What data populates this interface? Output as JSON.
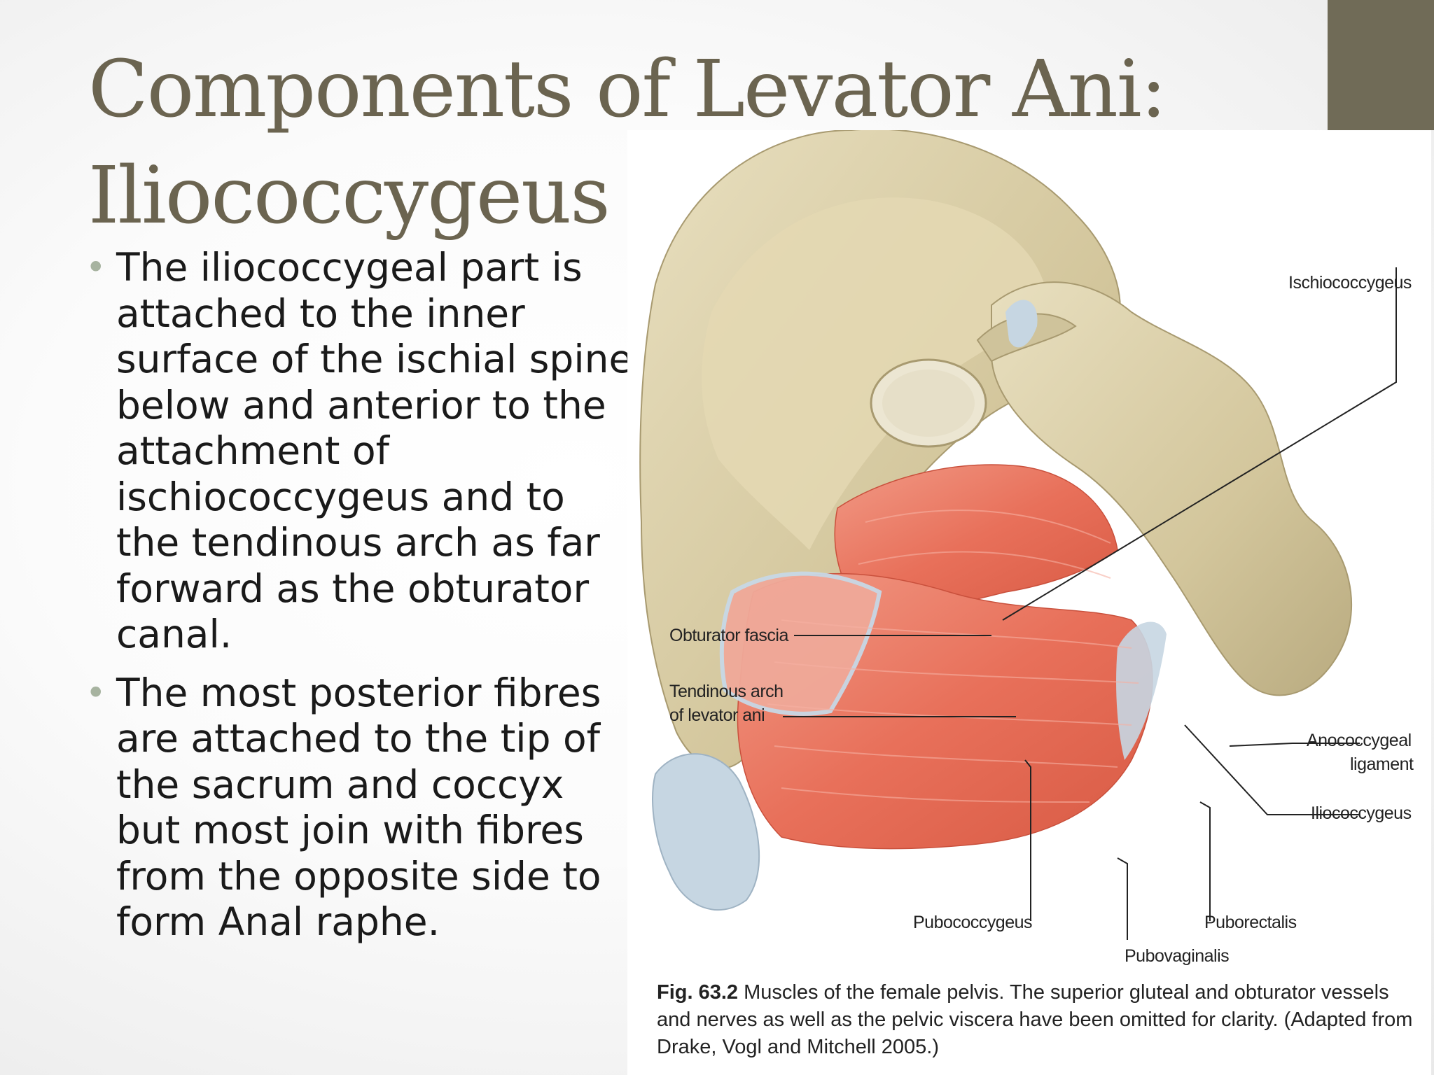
{
  "slide": {
    "title_line1": "Components of Levator Ani:",
    "title_line2": "Iliococcygeus",
    "accent_color": "#706b57",
    "title_color": "#6b6450",
    "bullet_color": "#a7b3a0",
    "bullets": [
      "The iliococcygeal part is attached to the inner surface of the ischial spine below and anterior to the attachment of ischiococcygeus and to the tendinous arch as far forward as the obturator canal.",
      "The most posterior fibres are attached to the tip of the sacrum and coccyx but most join with fibres from the opposite side to form Anal raphe."
    ]
  },
  "figure": {
    "labels": {
      "ischiococcygeus": "Ischiococcygeus",
      "obturator_fascia": "Obturator fascia",
      "tendinous_arch_1": "Tendinous arch",
      "tendinous_arch_2": "of levator ani",
      "anococcygeal_1": "Anococcygeal",
      "anococcygeal_2": "ligament",
      "iliococcygeus": "Iliococcygeus",
      "pubococcygeus": "Pubococcygeus",
      "puborectalis": "Puborectalis",
      "pubovaginalis": "Pubovaginalis"
    },
    "caption_fig": "Fig. 63.2",
    "caption_text": "Muscles of the female pelvis. The superior gluteal and obturator vessels and nerves as well as the pelvic viscera have been omitted for clarity. (Adapted from Drake, Vogl and Mitchell 2005.)",
    "colors": {
      "bone": "#d9cda6",
      "muscle": "#e8705a",
      "ligament": "#c6d6e2"
    }
  }
}
